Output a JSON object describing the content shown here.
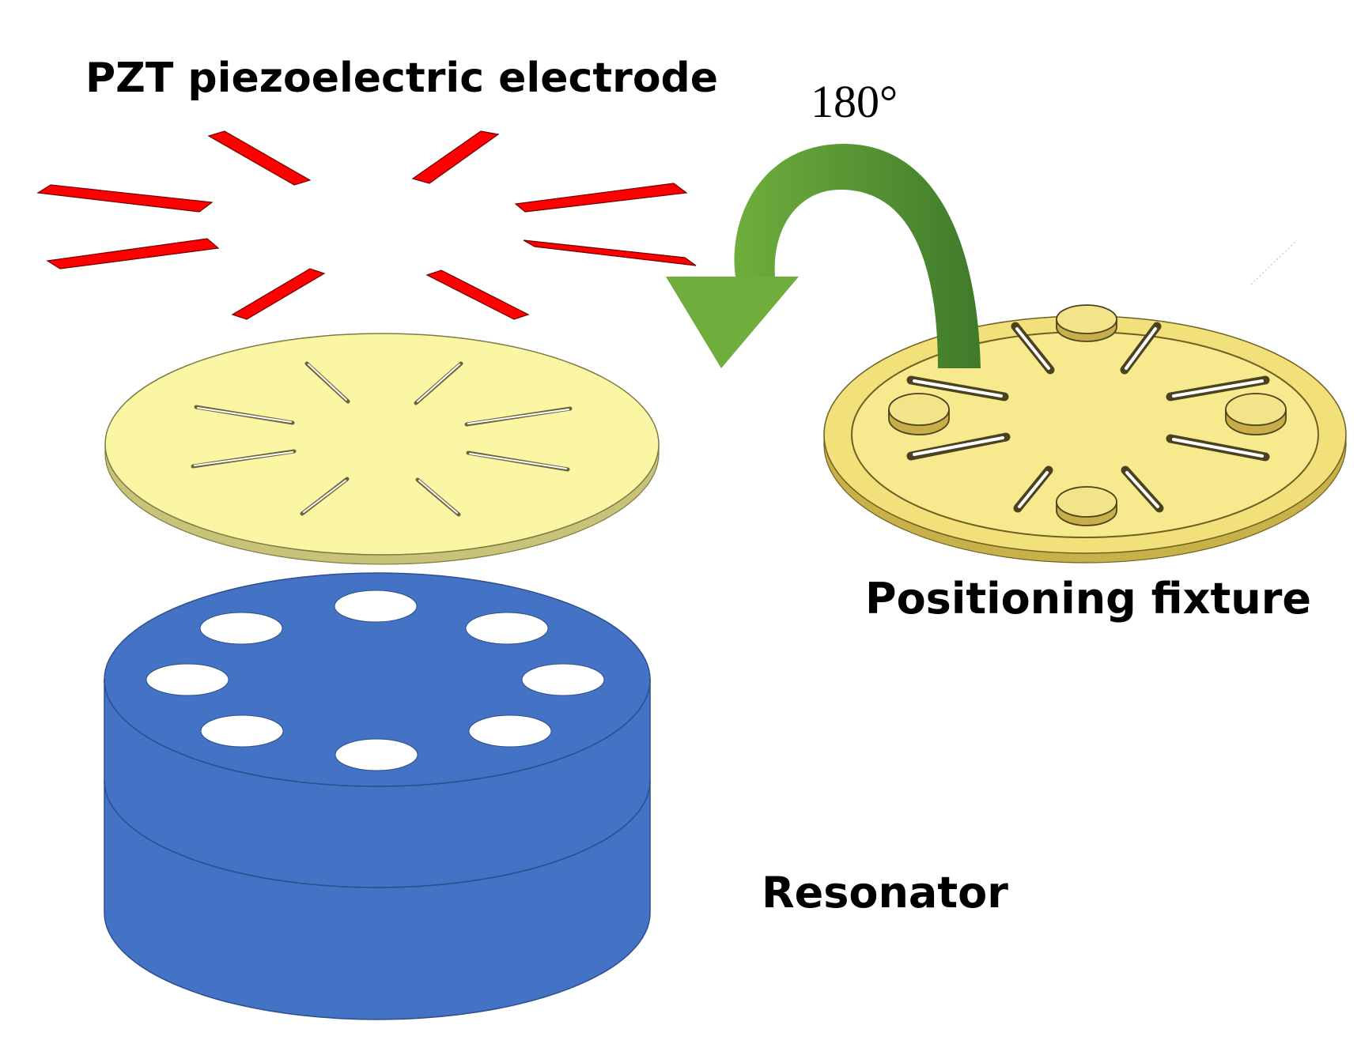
{
  "labels": {
    "electrode": "PZT piezoelectric electrode",
    "rotation": "180°",
    "fixture": "Positioning fixture",
    "resonator": "Resonator"
  },
  "colors": {
    "electrode_red": "#ff0000",
    "fixture_yellow": "#fbf6a4",
    "fixture_gold": "#f2e07a",
    "resonator_blue": "#4472c4",
    "arrow_green": "#5a9532",
    "arrow_green_dark": "#3f7a2a"
  },
  "parts": {
    "electrode_strips": 8,
    "fixture_slots": 8,
    "resonator_holes": 8,
    "fixture_pins": 4
  }
}
